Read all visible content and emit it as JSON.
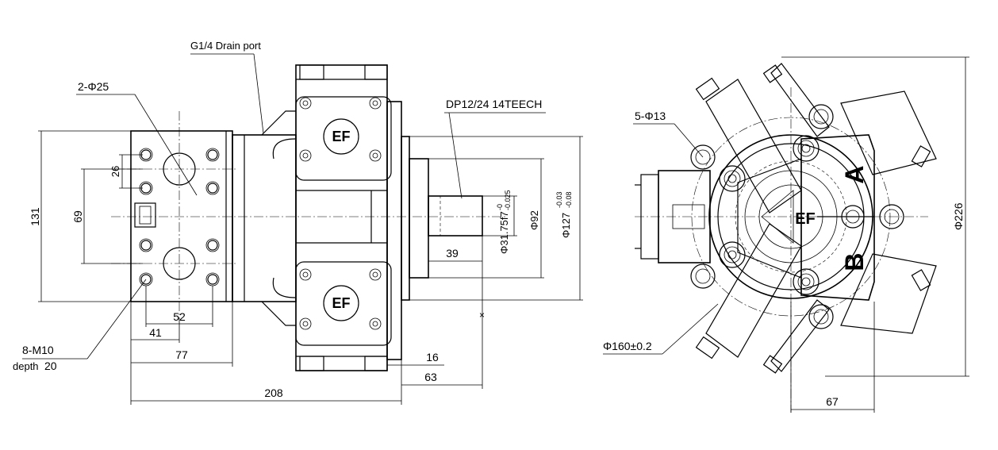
{
  "labels": {
    "drain_port": "G1/4 Drain port",
    "holes_left": "2-Φ25",
    "spline": "DP12/24  14TEECH",
    "holes_right": "5-Φ13",
    "threads": "8-M10",
    "depth": "depth",
    "depth_value": "20",
    "pcd": "Φ160±0.2",
    "port_a": "A",
    "port_b": "B",
    "logo": "EF"
  },
  "dimensions": {
    "d131": "131",
    "d69": "69",
    "d26": "26",
    "d52": "52",
    "d41": "41",
    "d77": "77",
    "d208": "208",
    "d16": "16",
    "d63": "63",
    "d39": "39",
    "shaft_dia": "Φ31.75f7",
    "shaft_tol_top": "-0",
    "shaft_tol_bot": "-0.025",
    "d92": "Φ92",
    "pilot_dia": "Φ127",
    "pilot_tol_top": "-0.03",
    "pilot_tol_bot": "-0.08",
    "d226": "Φ226",
    "d67": "67"
  }
}
